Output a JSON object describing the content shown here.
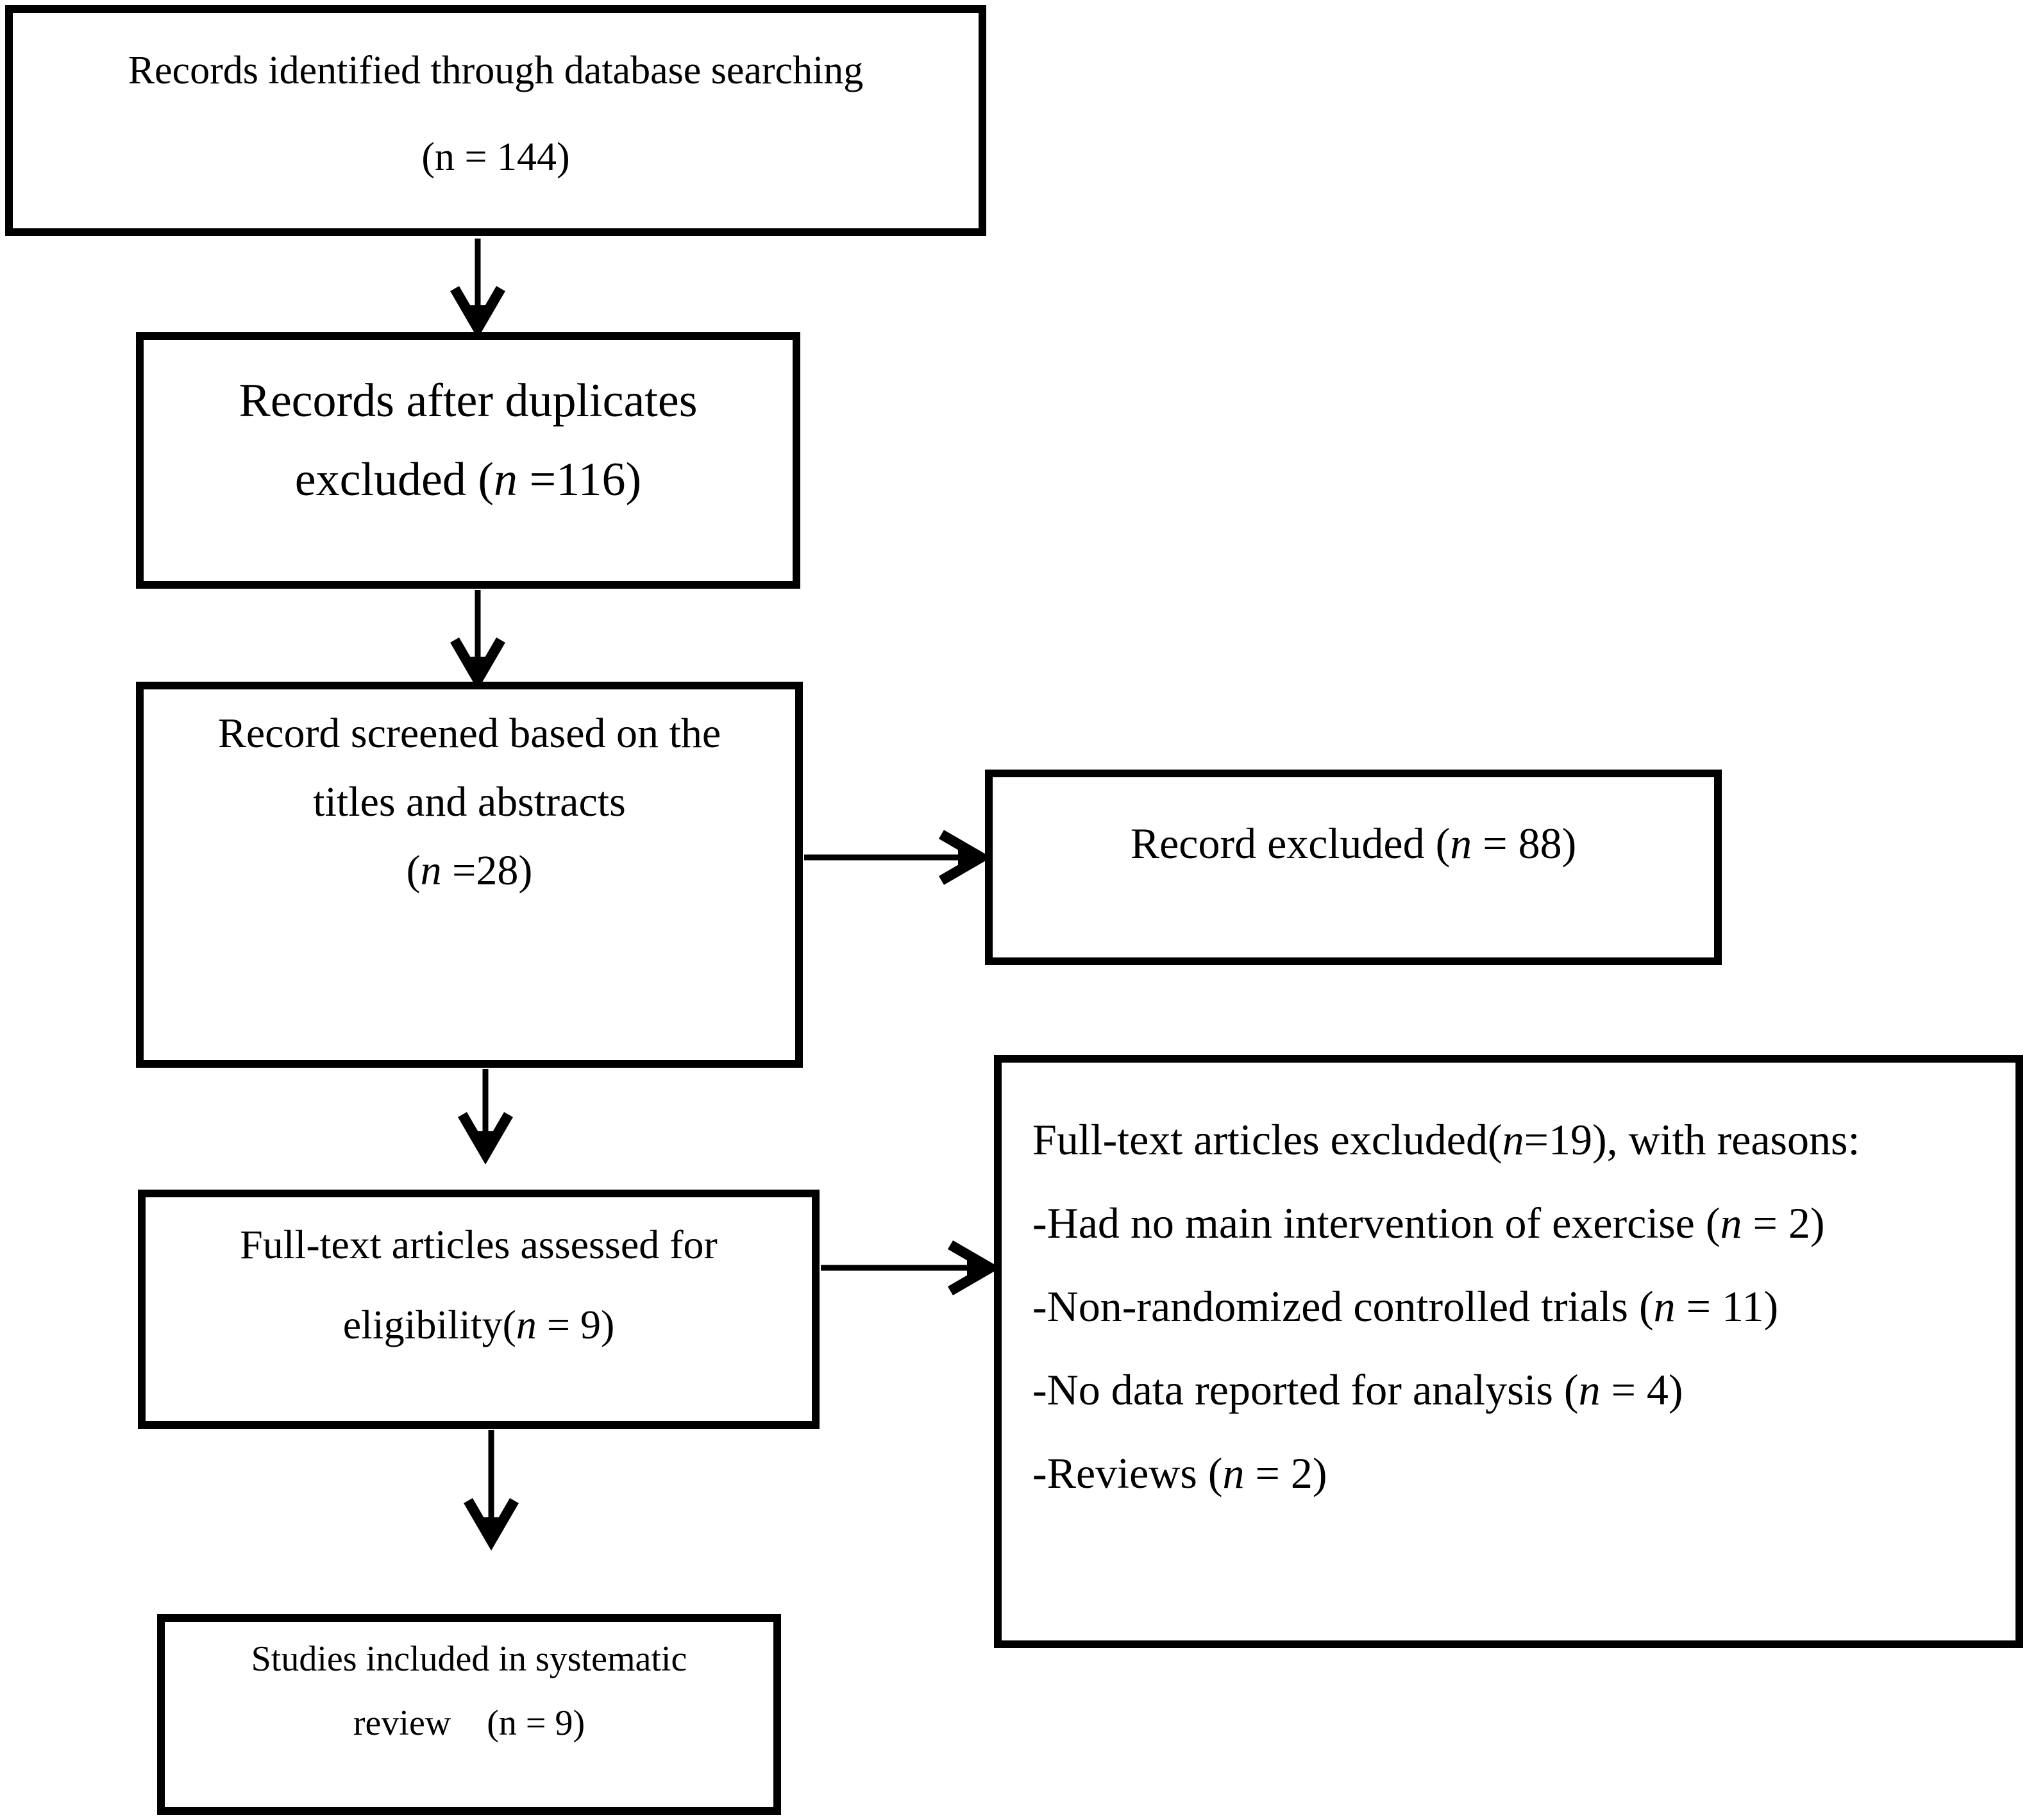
{
  "diagram": {
    "type": "prisma-flowchart",
    "colors": {
      "box_border": "#000000",
      "arrow": "#000000",
      "text": "#000000",
      "background": "#ffffff"
    },
    "boxes": {
      "identified": {
        "lines": [
          [
            {
              "t": "Records identified through database searching"
            }
          ],
          [
            {
              "t": "(n = 144)"
            }
          ]
        ]
      },
      "duplicates": {
        "lines": [
          [
            {
              "t": "Records after duplicates"
            }
          ],
          [
            {
              "t": "excluded ("
            },
            {
              "t": "n",
              "i": true
            },
            {
              "t": " =116)"
            }
          ]
        ]
      },
      "screened": {
        "lines": [
          [
            {
              "t": "Record screened based on the"
            }
          ],
          [
            {
              "t": "titles and abstracts"
            }
          ],
          [
            {
              "t": "("
            },
            {
              "t": "n",
              "i": true
            },
            {
              "t": " =28)"
            }
          ]
        ]
      },
      "assessed": {
        "lines": [
          [
            {
              "t": "Full-text articles assessed for"
            }
          ],
          [
            {
              "t": "eligibility("
            },
            {
              "t": "n",
              "i": true
            },
            {
              "t": " = 9)"
            }
          ]
        ]
      },
      "included": {
        "lines": [
          [
            {
              "t": "Studies included in systematic"
            }
          ],
          [
            {
              "t": "review    (n = 9)"
            }
          ]
        ]
      },
      "record_excluded": {
        "lines": [
          [
            {
              "t": "Record excluded ("
            },
            {
              "t": "n",
              "i": true
            },
            {
              "t": " = 88)"
            }
          ]
        ]
      },
      "fulltext_excluded": {
        "lines": [
          [
            {
              "t": "Full-text articles excluded("
            },
            {
              "t": "n",
              "i": true
            },
            {
              "t": "=19), with reasons:"
            }
          ],
          [
            {
              "t": "-Had no main intervention of exercise ("
            },
            {
              "t": "n",
              "i": true
            },
            {
              "t": " = 2)"
            }
          ],
          [
            {
              "t": "-Non-randomized controlled trials ("
            },
            {
              "t": "n",
              "i": true
            },
            {
              "t": " = 11)"
            }
          ],
          [
            {
              "t": "-No data reported for analysis ("
            },
            {
              "t": "n",
              "i": true
            },
            {
              "t": " = 4)"
            }
          ],
          [
            {
              "t": "-Reviews ("
            },
            {
              "t": "n",
              "i": true
            },
            {
              "t": " = 2)"
            }
          ]
        ]
      }
    }
  }
}
